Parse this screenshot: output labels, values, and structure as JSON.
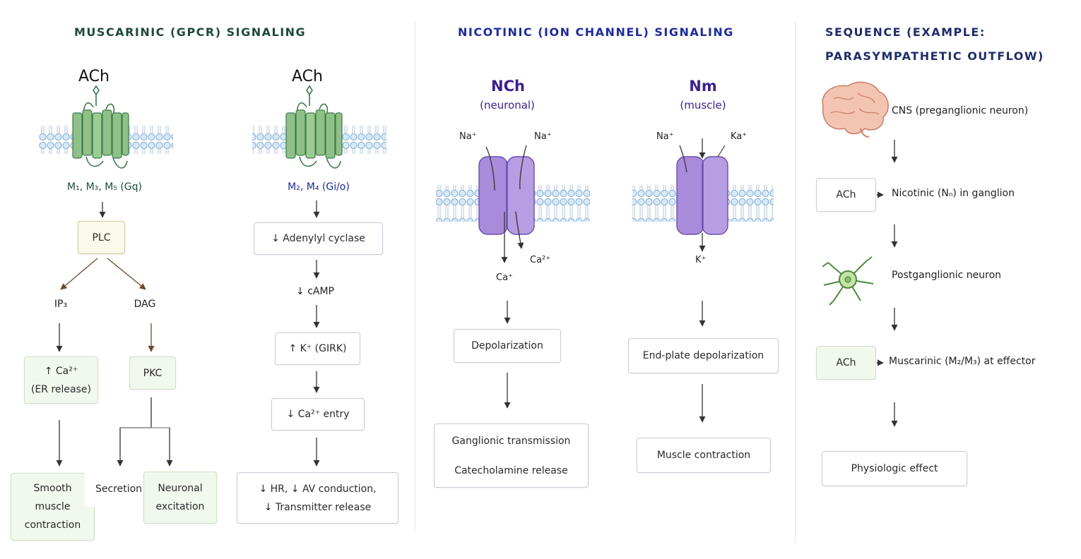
{
  "headers": {
    "muscarinic": "MUSCARINIC (GPCR) SIGNALING",
    "nicotinic": "NICOTINIC (ION CHANNEL) SIGNALING",
    "sequence_line1": "SEQUENCE (EXAMPLE:",
    "sequence_line2": "PARASYMPATHETIC OUTFLOW)"
  },
  "muscarinic_gq": {
    "ligand": "ACh",
    "receptor": "M₁, M₃, M₅ (Gq)",
    "plc": "PLC",
    "ip3": "IP₃",
    "dag": "DAG",
    "ca_line1": "↑ Ca²⁺",
    "ca_line2": "(ER release)",
    "pkc": "PKC",
    "smooth_l1": "Smooth",
    "smooth_l2": "muscle",
    "smooth_l3": "contraction",
    "secretion": "Secretion",
    "neuronal_l1": "Neuronal",
    "neuronal_l2": "excitation"
  },
  "muscarinic_gi": {
    "ligand": "ACh",
    "receptor": "M₂, M₄ (Gi/o)",
    "adenylyl": "↓ Adenylyl cyclase",
    "camp": "↓ cAMP",
    "girk": "↑ K⁺ (GIRK)",
    "ca_entry": "↓ Ca²⁺ entry",
    "final_l1": "↓ HR, ↓ AV conduction,",
    "final_l2": "↓ Transmitter release"
  },
  "nicotinic_n": {
    "title": "NCh",
    "subtitle": "(neuronal)",
    "na_left": "Na⁺",
    "na_right": "Na⁺",
    "ca_right": "Ca²⁺",
    "ca_bottom": "Ca⁺",
    "depol": "Depolarization",
    "out_l1": "Ganglionic transmission",
    "out_l2": "Catecholamine release"
  },
  "nicotinic_m": {
    "title": "Nm",
    "subtitle": "(muscle)",
    "na": "Na⁺",
    "k_top": "Ka⁺",
    "k_bottom": "K⁺",
    "depol": "End-plate depolarization",
    "out": "Muscle contraction"
  },
  "sequence": {
    "cns": "CNS (preganglionic neuron)",
    "ach1": "ACh",
    "nicotinic": "Nicotinic (Nₙ) in ganglion",
    "post": "Postganglionic neuron",
    "ach2": "ACh",
    "muscarinic": "Muscarinic (M₂/M₃) at effector",
    "effect": "Physiologic effect"
  },
  "colors": {
    "receptor_green": "#8fc087",
    "channel_purple": "#a98bdb",
    "membrane_blue": "#9cc6e8"
  }
}
